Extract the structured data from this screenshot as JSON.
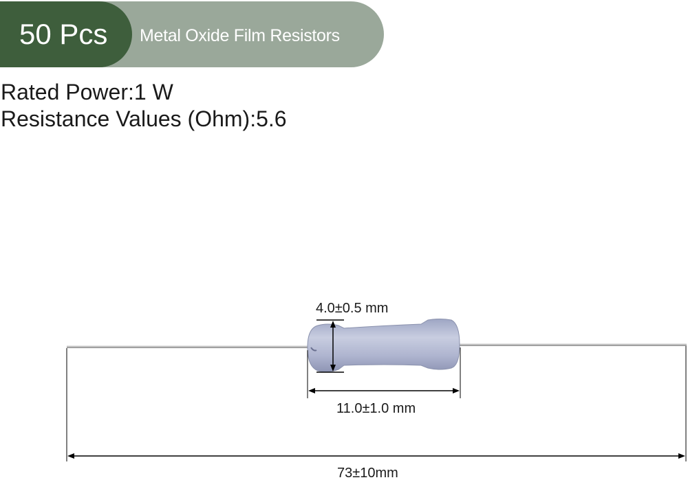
{
  "banner": {
    "quantity": "50 Pcs",
    "product": "Metal Oxide Film Resistors",
    "colors": {
      "dark": "#3e5e3c",
      "light": "#9aa89a"
    }
  },
  "specs": {
    "rated_power": "Rated Power:1 W",
    "resistance": "Resistance Values (Ohm):5.6"
  },
  "dimensions": {
    "diameter": "4.0±0.5 mm",
    "body_length": "11.0±1.0 mm",
    "total_length": "73±10mm"
  }
}
